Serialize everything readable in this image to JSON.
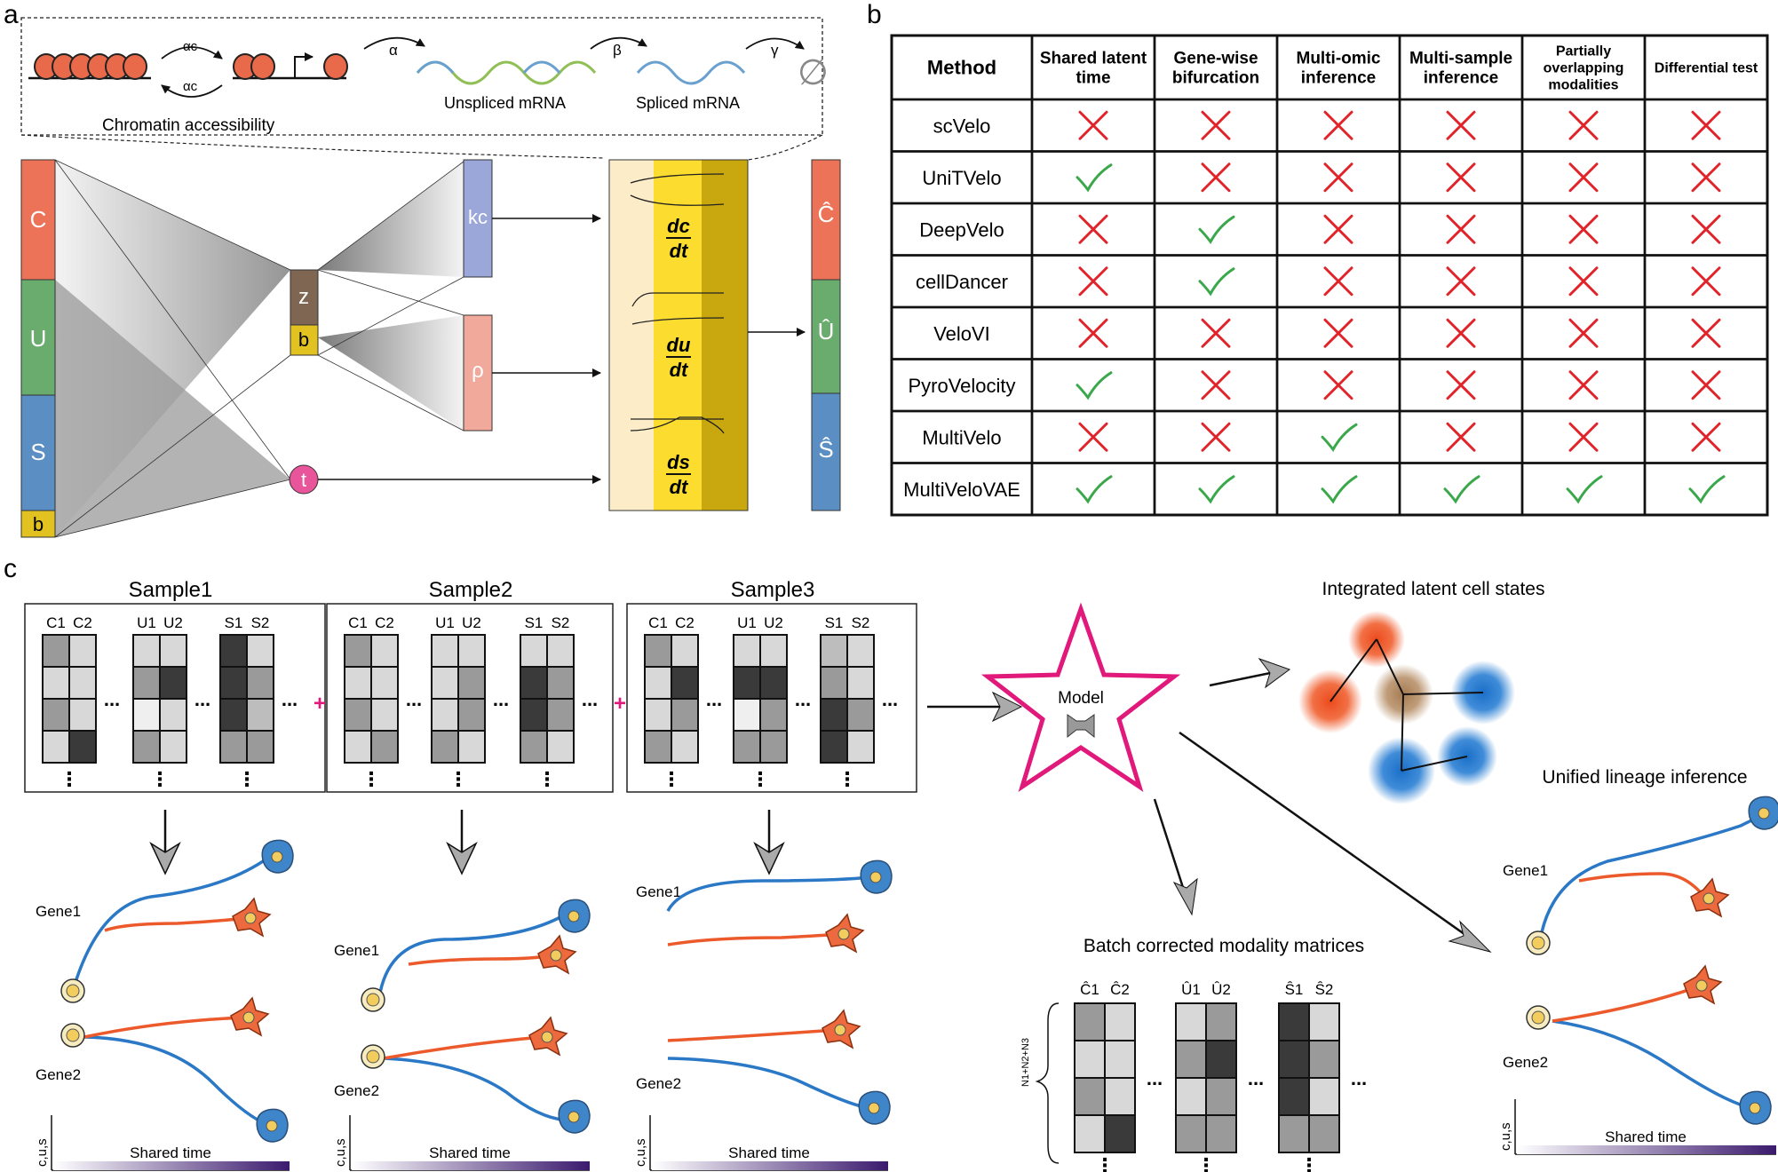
{
  "panel_labels": {
    "a": "a",
    "b": "b",
    "c": "c"
  },
  "panel_a": {
    "kinetics": {
      "alpha_c": "αc",
      "alpha": "α",
      "beta": "β",
      "gamma": "γ",
      "chromatin_label": "Chromatin accessibility",
      "unspliced_label": "Unspliced mRNA",
      "spliced_label": "Spliced mRNA",
      "degradation_symbol": "∅"
    },
    "inputs": {
      "c": "C",
      "u": "U",
      "s": "S",
      "b": "b"
    },
    "latent": {
      "z": "z",
      "b": "b",
      "t": "t"
    },
    "decoders": {
      "kc": "kc",
      "rho": "ρ"
    },
    "odes": [
      {
        "num": "dc",
        "den": "dt"
      },
      {
        "num": "du",
        "den": "dt"
      },
      {
        "num": "ds",
        "den": "dt"
      }
    ],
    "outputs": {
      "c": "Ĉ",
      "u": "Û",
      "s": "Ŝ"
    },
    "colors": {
      "c": "#ec7357",
      "u": "#6aac6e",
      "s": "#5b8ec3",
      "b": "#d6b313",
      "z": "#7f6652",
      "t": "#e8559a",
      "kc": "#9ba6d9",
      "rho": "#f0a99a"
    }
  },
  "panel_b": {
    "headers": [
      "Method",
      "Shared latent time",
      "Gene-wise bifurcation",
      "Multi-omic inference",
      "Multi-sample inference",
      "Partially overlapping modalities",
      "Differential test"
    ],
    "rows": [
      {
        "method": "scVelo",
        "marks": [
          false,
          false,
          false,
          false,
          false,
          false
        ]
      },
      {
        "method": "UniTVelo",
        "marks": [
          true,
          false,
          false,
          false,
          false,
          false
        ]
      },
      {
        "method": "DeepVelo",
        "marks": [
          false,
          true,
          false,
          false,
          false,
          false
        ]
      },
      {
        "method": "cellDancer",
        "marks": [
          false,
          true,
          false,
          false,
          false,
          false
        ]
      },
      {
        "method": "VeloVI",
        "marks": [
          false,
          false,
          false,
          false,
          false,
          false
        ]
      },
      {
        "method": "PyroVelocity",
        "marks": [
          true,
          false,
          false,
          false,
          false,
          false
        ]
      },
      {
        "method": "MultiVelo",
        "marks": [
          false,
          false,
          true,
          false,
          false,
          false
        ]
      },
      {
        "method": "MultiVeloVAE",
        "marks": [
          true,
          true,
          true,
          true,
          true,
          true
        ]
      }
    ],
    "check_color": "#3aa84a",
    "cross_color": "#e0242a"
  },
  "panel_c": {
    "samples": [
      {
        "title": "Sample1",
        "genes": [
          "Gene1",
          "Gene2"
        ]
      },
      {
        "title": "Sample2",
        "genes": [
          "Gene1",
          "Gene2"
        ]
      },
      {
        "title": "Sample3",
        "genes": [
          "Gene1",
          "Gene2"
        ]
      }
    ],
    "column_labels": [
      "C1",
      "C2",
      "U1",
      "U2",
      "S1",
      "S2"
    ],
    "hat_column_labels": [
      "Ĉ1",
      "Ĉ2",
      "Û1",
      "Û2",
      "Ŝ1",
      "Ŝ2"
    ],
    "plus": "+",
    "ellipsis": "...",
    "vdots": "⋮",
    "model_label": "Model",
    "integrated_title": "Integrated latent cell states",
    "batch_title": "Batch corrected modality matrices",
    "batch_row_label": "N1+N2+N3",
    "lineage_title": "Unified lineage inference",
    "lineage_genes": [
      "Gene1",
      "Gene2"
    ],
    "axis_y": "c,u,s",
    "axis_x": "Shared time",
    "colors": {
      "plus": "#e0197b",
      "star": "#e0197b",
      "blue_lineage": "#2a78c6",
      "red_lineage": "#ec5a2c"
    }
  }
}
